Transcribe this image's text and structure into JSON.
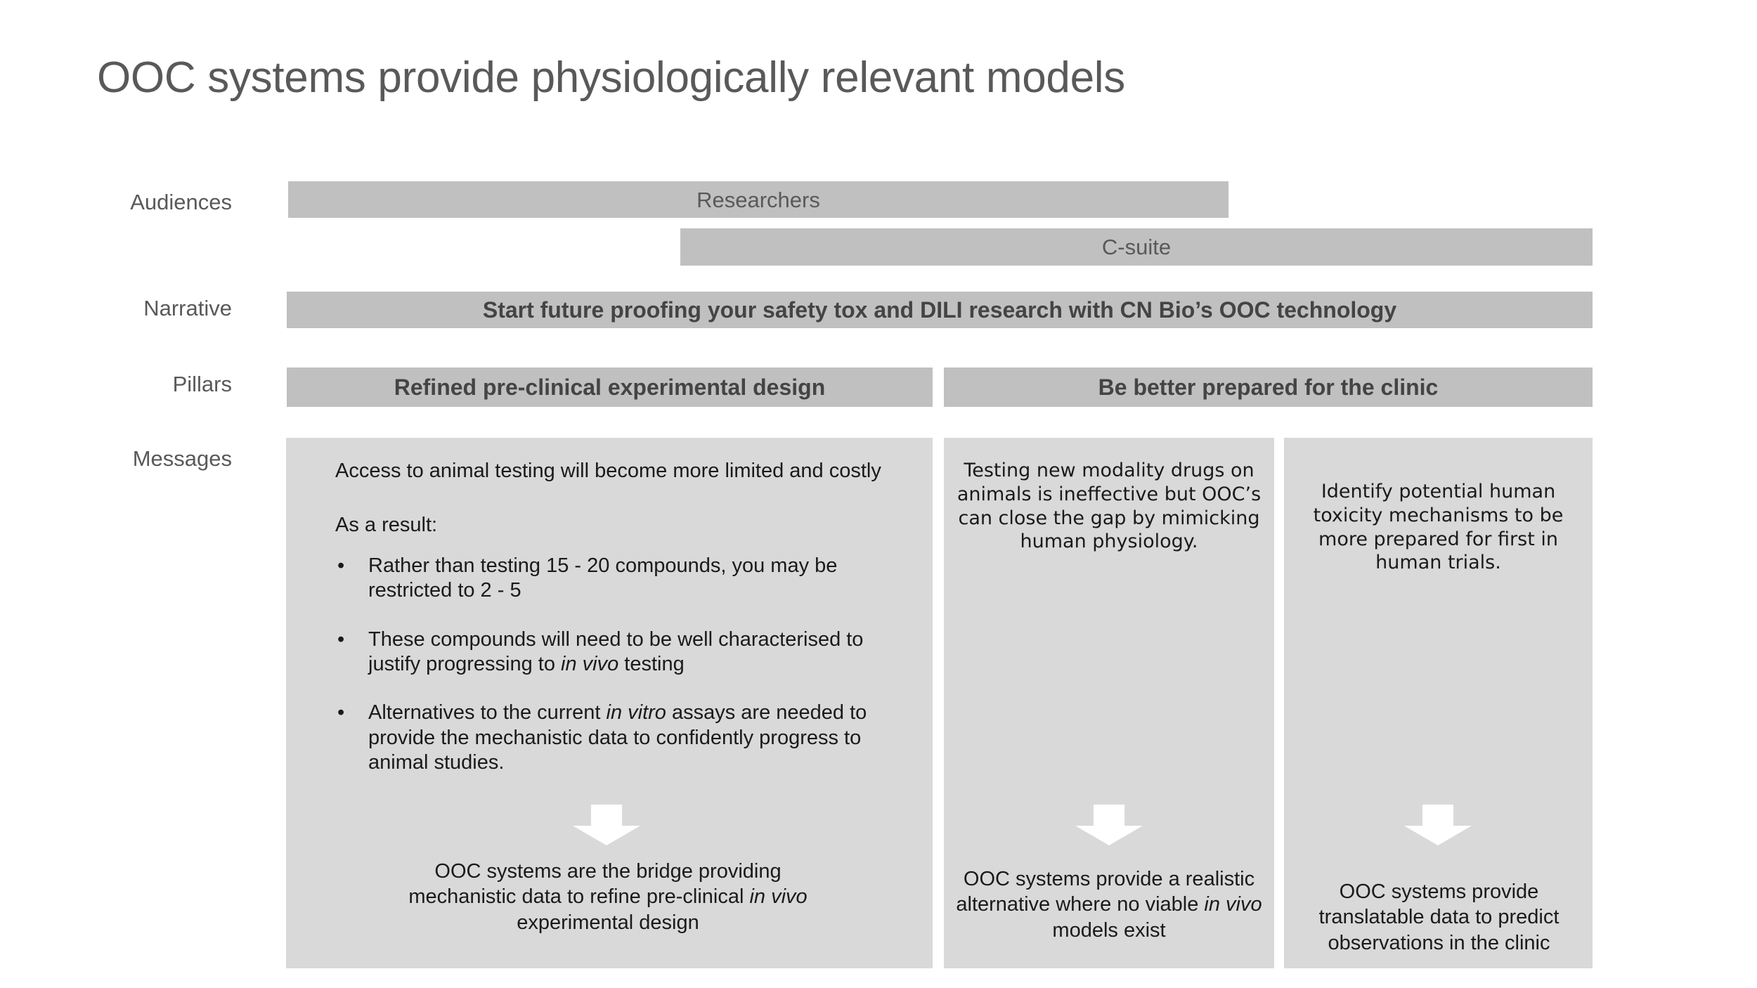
{
  "slide": {
    "title": "OOC systems provide physiologically relevant models"
  },
  "row_labels": {
    "audiences": "Audiences",
    "narrative": "Narrative",
    "pillars": "Pillars",
    "messages": "Messages"
  },
  "audiences": {
    "bars": [
      {
        "label": "Researchers"
      },
      {
        "label": "C-suite"
      }
    ]
  },
  "narrative": {
    "text": "Start future proofing your safety tox and DILI research with CN Bio’s OOC technology"
  },
  "pillars": [
    {
      "label": "Refined pre-clinical experimental design"
    },
    {
      "label": "Be better prepared for the clinic"
    }
  ],
  "messages": {
    "column_1": {
      "intro": "Access to animal testing will become more limited and costly",
      "lead_in": "As a result:",
      "bullet_marker": "•",
      "bullets": [
        {
          "part1": "Rather than testing 15 - 20 compounds, you may be restricted to 2 - 5",
          "italic": "",
          "part2": ""
        },
        {
          "part1": "These compounds will need to be well characterised to justify progressing to ",
          "italic": "in vivo",
          "part2": " testing"
        },
        {
          "part1": "Alternatives to the current ",
          "italic": "in vitro",
          "part2": " assays are needed to provide the mechanistic data to confidently progress to animal studies."
        }
      ],
      "conclusion": {
        "part1": "OOC systems are the bridge providing mechanistic data to refine pre-clinical ",
        "italic": "in vivo",
        "part2": " experimental design"
      }
    },
    "column_2": {
      "top": "Testing new modality drugs on animals is ineffective but OOC’s can close the gap by mimicking human physiology.",
      "conclusion": {
        "part1": "OOC systems provide a realistic alternative where no viable ",
        "italic": "in vivo",
        "part2": " models exist"
      }
    },
    "column_3": {
      "top": "Identify potential human toxicity mechanisms to be more prepared for first in human trials.",
      "conclusion": {
        "part1": "OOC systems provide translatable data to predict observations in the clinic",
        "italic": "",
        "part2": ""
      }
    }
  },
  "colors": {
    "bar_gray": "#C0C0C0",
    "box_gray": "#D9D9D9",
    "title_gray": "#595959",
    "body_text": "#1A1A1A",
    "arrow_white": "#FFFFFF",
    "background": "#FFFFFF"
  }
}
